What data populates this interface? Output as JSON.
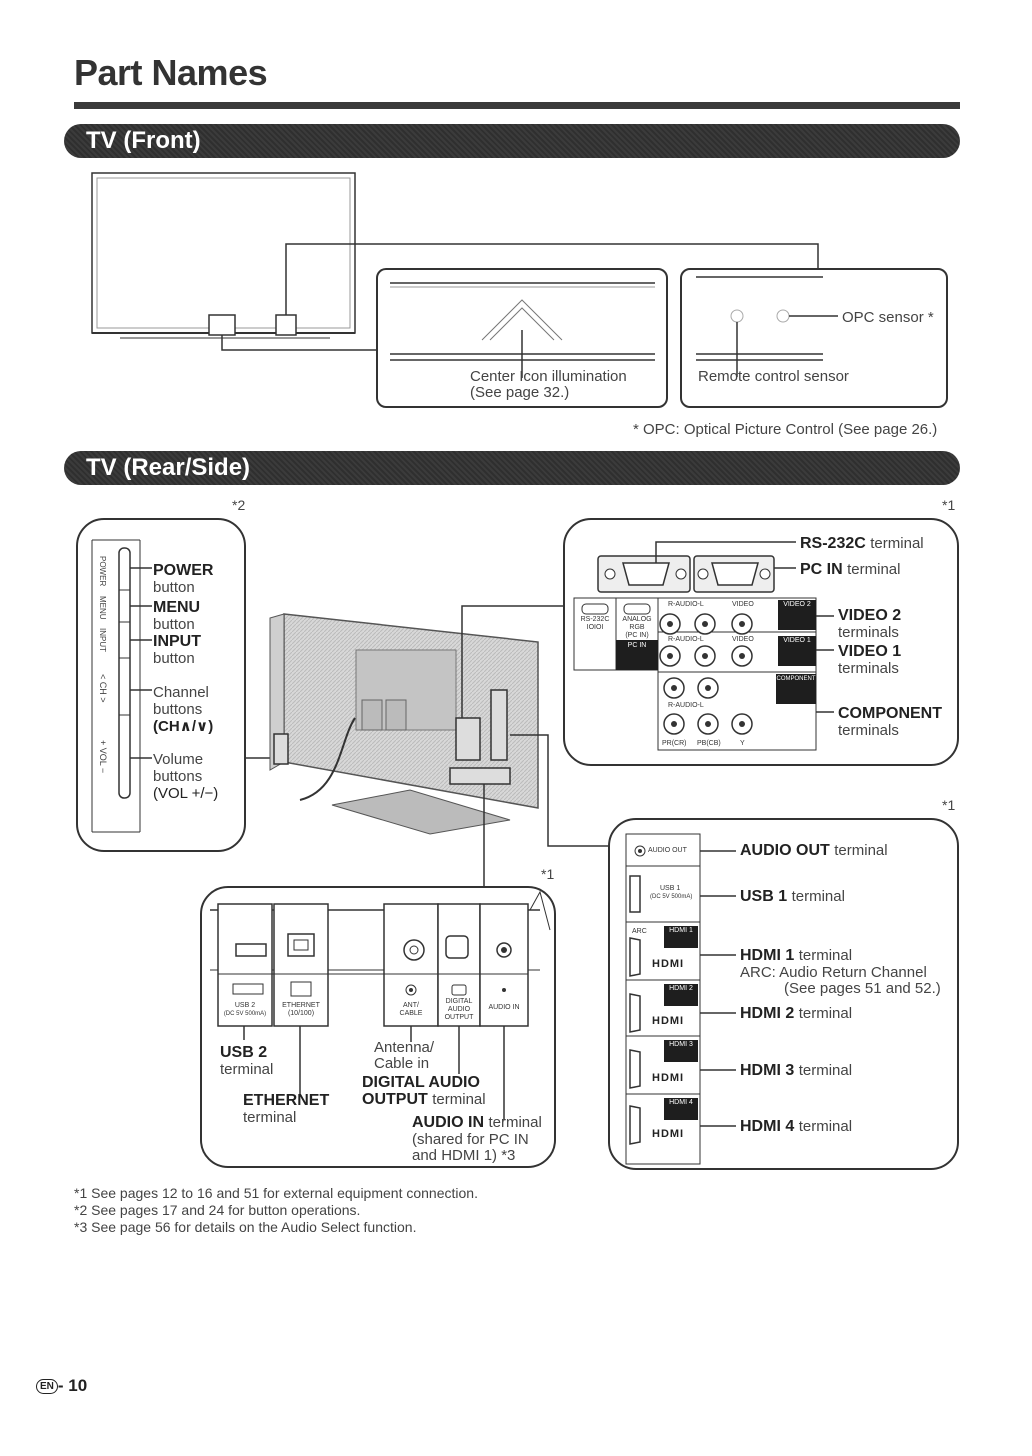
{
  "page": {
    "title": "Part Names",
    "page_number": "10",
    "lang_mark": "EN"
  },
  "front": {
    "banner": "TV (Front)",
    "center_icon_line1": "Center Icon illumination",
    "center_icon_line2": "(See page 32.)",
    "opc_sensor": "OPC sensor *",
    "remote_sensor": "Remote control sensor",
    "opc_note": "* OPC: Optical Picture Control (See page 26.)"
  },
  "rear": {
    "banner": "TV (Rear/Side)",
    "mark_2": "*2",
    "mark_1a": "*1",
    "mark_1b": "*1",
    "mark_1c": "*1",
    "side_buttons": {
      "power_b": "POWER",
      "power_t": "button",
      "menu_b": "MENU",
      "menu_t": "button",
      "input_b": "INPUT",
      "input_t": "button",
      "channel_1": "Channel",
      "channel_2": "buttons",
      "channel_3": "(CH∧/∨)",
      "volume_1": "Volume",
      "volume_2": "buttons",
      "volume_3": "(VOL +/−)",
      "vert_power": "POWER",
      "vert_menu": "MENU",
      "vert_input": "INPUT",
      "vert_ch": "< CH >",
      "vert_vol": "+ VOL −"
    },
    "top_right": {
      "rs232c_b": "RS-232C",
      "rs232c_t": "terminal",
      "pcin_b": "PC IN",
      "pcin_t": "terminal",
      "video2_b": "VIDEO 2",
      "video2_t": "terminals",
      "video1_b": "VIDEO 1",
      "video1_t": "terminals",
      "component_b": "COMPONENT",
      "component_t": "terminals",
      "lbl_rs232c": "RS-232C",
      "lbl_ioioi": "IOIOI",
      "lbl_analog": "ANALOG",
      "lbl_rgb": "RGB",
      "lbl_pcin": "(PC IN)",
      "lbl_pcin_blk": "PC IN",
      "lbl_raudiol_1": "R-AUDIO-L",
      "lbl_video_1": "VIDEO",
      "lbl_raudiol_2": "R-AUDIO-L",
      "lbl_video_2": "VIDEO",
      "lbl_raudiol_3": "R-AUDIO-L",
      "lbl_video2": "VIDEO 2",
      "lbl_video1": "VIDEO 1",
      "lbl_component": "COMPONENT",
      "lbl_pr": "PR(CR)",
      "lbl_pb": "PB(CB)",
      "lbl_y": "Y"
    },
    "bottom_mid": {
      "usb2_b": "USB 2",
      "usb2_t": "terminal",
      "ethernet_b": "ETHERNET",
      "ethernet_t": "terminal",
      "antenna_1": "Antenna/",
      "antenna_2": "Cable in",
      "digital_b1": "DIGITAL AUDIO",
      "digital_b2": "OUTPUT",
      "digital_t": "terminal",
      "audioin_b": "AUDIO IN",
      "audioin_t": "terminal",
      "audioin_2": "(shared for PC IN",
      "audioin_3": "and HDMI 1) *3",
      "lbl_usb2": "USB 2",
      "lbl_usb2_pw": "(DC 5V 500mA)",
      "lbl_eth": "ETHERNET",
      "lbl_eth_sp": "(10/100)",
      "lbl_ant": "ANT/",
      "lbl_cable": "CABLE",
      "lbl_dig1": "DIGITAL",
      "lbl_dig2": "AUDIO",
      "lbl_dig3": "OUTPUT",
      "lbl_audioin": "AUDIO IN"
    },
    "bottom_right": {
      "audioout_b": "AUDIO OUT",
      "audioout_t": "terminal",
      "usb1_b": "USB 1",
      "usb1_t": "terminal",
      "hdmi1_b": "HDMI 1",
      "hdmi1_t": "terminal",
      "arc_1": "ARC: Audio Return Channel",
      "arc_2": "(See pages 51 and 52.)",
      "hdmi2_b": "HDMI 2",
      "hdmi2_t": "terminal",
      "hdmi3_b": "HDMI 3",
      "hdmi3_t": "terminal",
      "hdmi4_b": "HDMI 4",
      "hdmi4_t": "terminal",
      "lbl_audioout": "AUDIO OUT",
      "lbl_usb1": "USB 1",
      "lbl_usb1_pw": "(DC 5V 500mA)",
      "lbl_arc": "ARC",
      "lbl_hdmi1": "HDMI 1",
      "lbl_hdmi2": "HDMI 2",
      "lbl_hdmi3": "HDMI 3",
      "lbl_hdmi4": "HDMI 4",
      "hdmi_logo": "HDMI"
    }
  },
  "footnotes": [
    "*1 See pages 12 to 16 and 51 for external equipment connection.",
    "*2 See pages 17 and 24 for button operations.",
    "*3 See page 56 for details on the Audio Select function."
  ]
}
